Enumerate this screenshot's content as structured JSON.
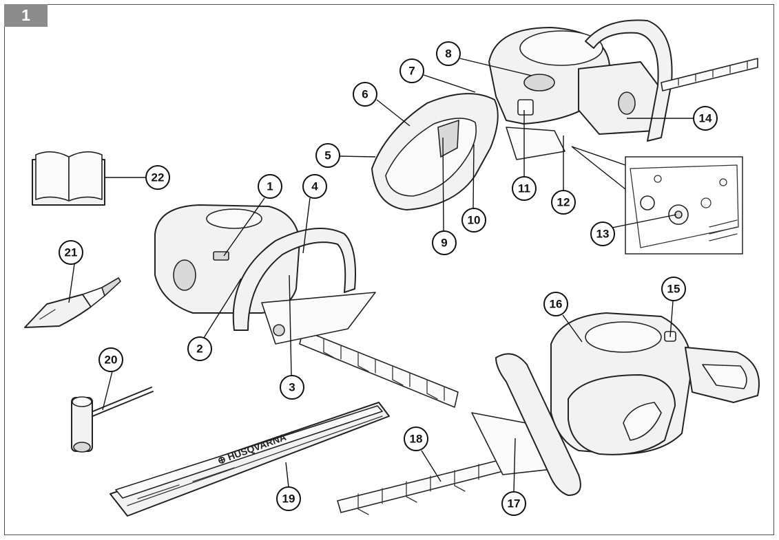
{
  "figure": {
    "number": "1",
    "brand_logo": "Husqvarna"
  },
  "callouts": [
    {
      "id": "c1",
      "label": "1"
    },
    {
      "id": "c2",
      "label": "2"
    },
    {
      "id": "c3",
      "label": "3"
    },
    {
      "id": "c4",
      "label": "4"
    },
    {
      "id": "c5",
      "label": "5"
    },
    {
      "id": "c6",
      "label": "6"
    },
    {
      "id": "c7",
      "label": "7"
    },
    {
      "id": "c8",
      "label": "8"
    },
    {
      "id": "c9",
      "label": "9"
    },
    {
      "id": "c10",
      "label": "10"
    },
    {
      "id": "c11",
      "label": "11"
    },
    {
      "id": "c12",
      "label": "12"
    },
    {
      "id": "c13",
      "label": "13"
    },
    {
      "id": "c14",
      "label": "14"
    },
    {
      "id": "c15",
      "label": "15"
    },
    {
      "id": "c16",
      "label": "16"
    },
    {
      "id": "c17",
      "label": "17"
    },
    {
      "id": "c18",
      "label": "18"
    },
    {
      "id": "c19",
      "label": "19"
    },
    {
      "id": "c20",
      "label": "20"
    },
    {
      "id": "c21",
      "label": "21"
    },
    {
      "id": "c22",
      "label": "22"
    }
  ]
}
